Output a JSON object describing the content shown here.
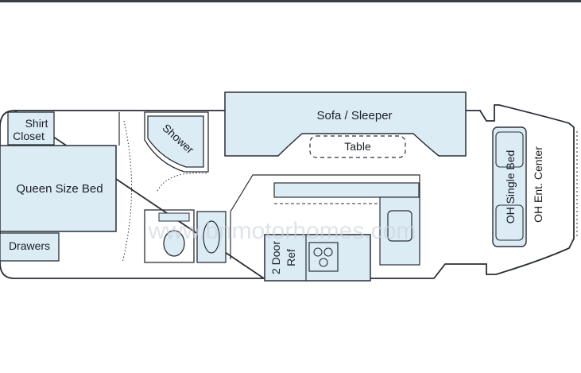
{
  "colors": {
    "fill": "#dcecf5",
    "stroke": "#2a2f36",
    "text": "#1a1f26",
    "watermark": "#c9d3dc",
    "top_bar": "#3b3f45"
  },
  "labels": {
    "shirt": "Shirt",
    "closet": "Closet",
    "queen_bed": "Queen Size Bed",
    "drawers": "Drawers",
    "shower": "Shower",
    "sofa": "Sofa / Sleeper",
    "table": "Table",
    "ref_line1": "2 Door",
    "ref_line2": "Ref",
    "oh_single_bed": "OH Single Bed",
    "oh_ent_center": "OH Ent. Center"
  },
  "watermark": "www.bnmotorhomes.com"
}
